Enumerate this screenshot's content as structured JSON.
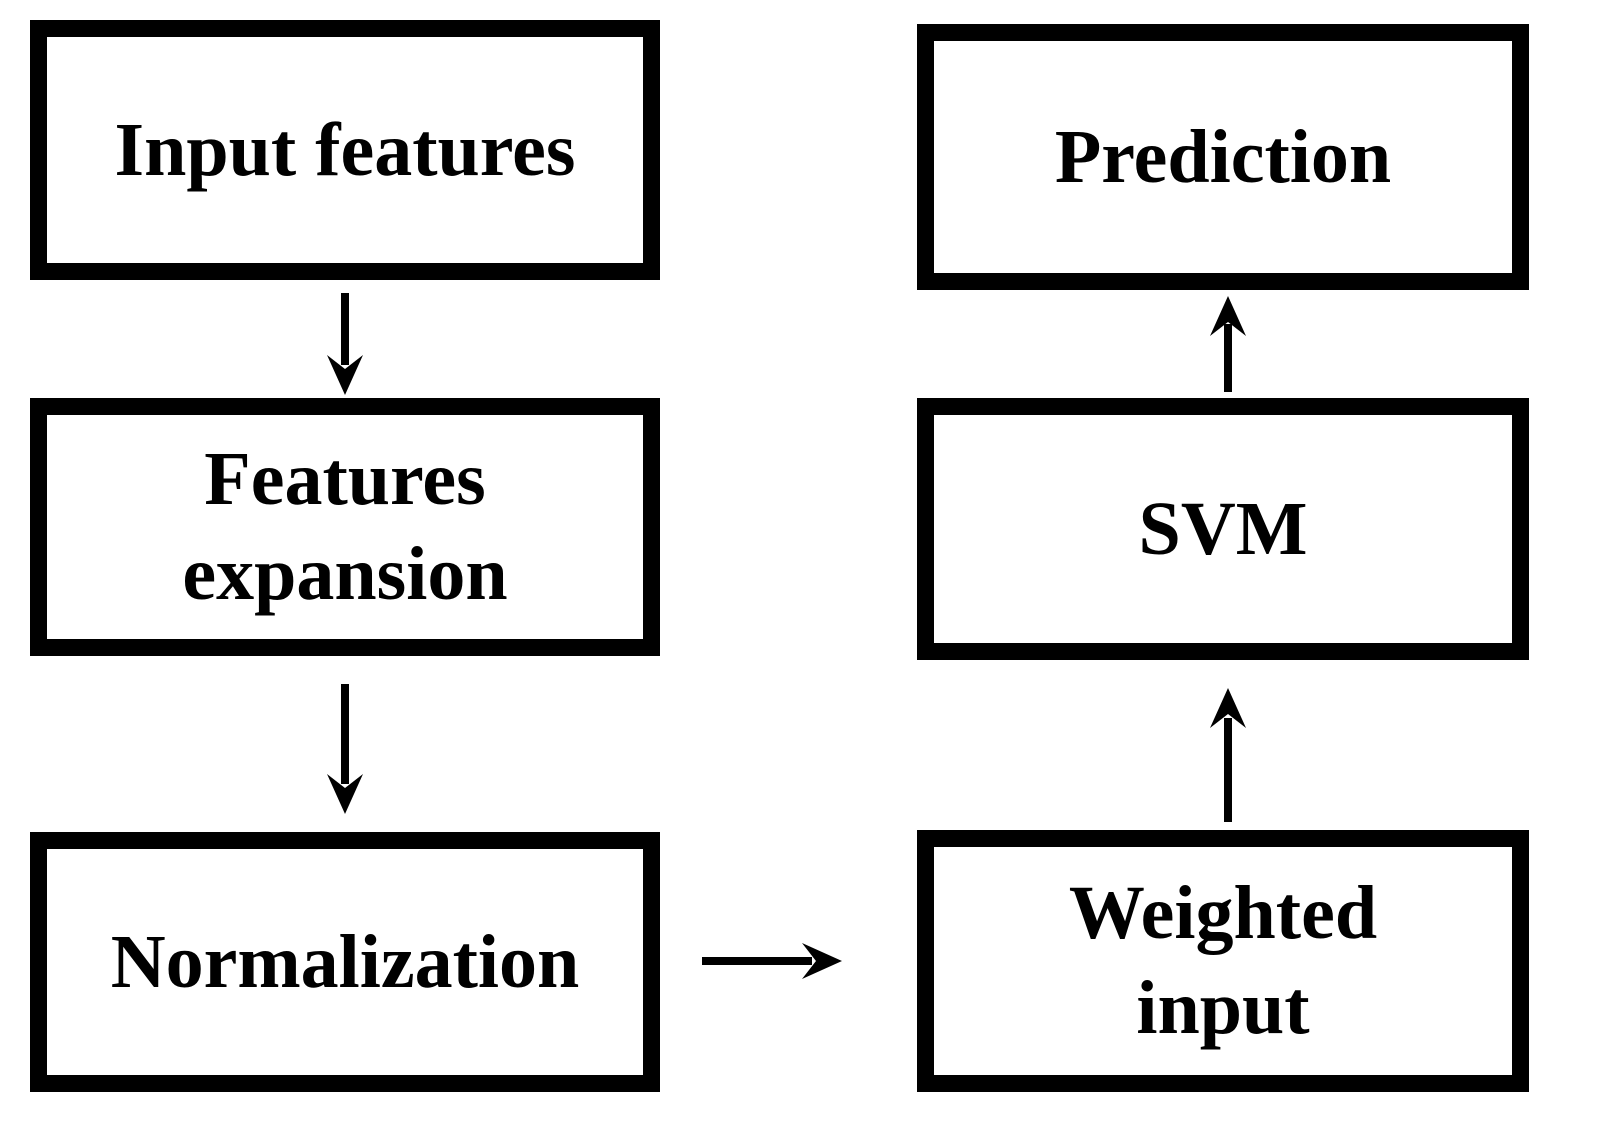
{
  "diagram": {
    "type": "flowchart",
    "background_color": "#ffffff",
    "node_border_color": "#000000",
    "node_fill_color": "#ffffff",
    "text_color": "#000000",
    "nodes": {
      "input_features": {
        "label": "Input features"
      },
      "features_expansion": {
        "label": "Features\nexpansion"
      },
      "normalization": {
        "label": "Normalization"
      },
      "weighted_input": {
        "label": "Weighted\ninput"
      },
      "svm": {
        "label": "SVM"
      },
      "prediction": {
        "label": "Prediction"
      }
    },
    "edges": [
      {
        "from": "input_features",
        "to": "features_expansion",
        "direction": "down"
      },
      {
        "from": "features_expansion",
        "to": "normalization",
        "direction": "down"
      },
      {
        "from": "normalization",
        "to": "weighted_input",
        "direction": "right"
      },
      {
        "from": "weighted_input",
        "to": "svm",
        "direction": "up"
      },
      {
        "from": "svm",
        "to": "prediction",
        "direction": "up"
      }
    ]
  }
}
